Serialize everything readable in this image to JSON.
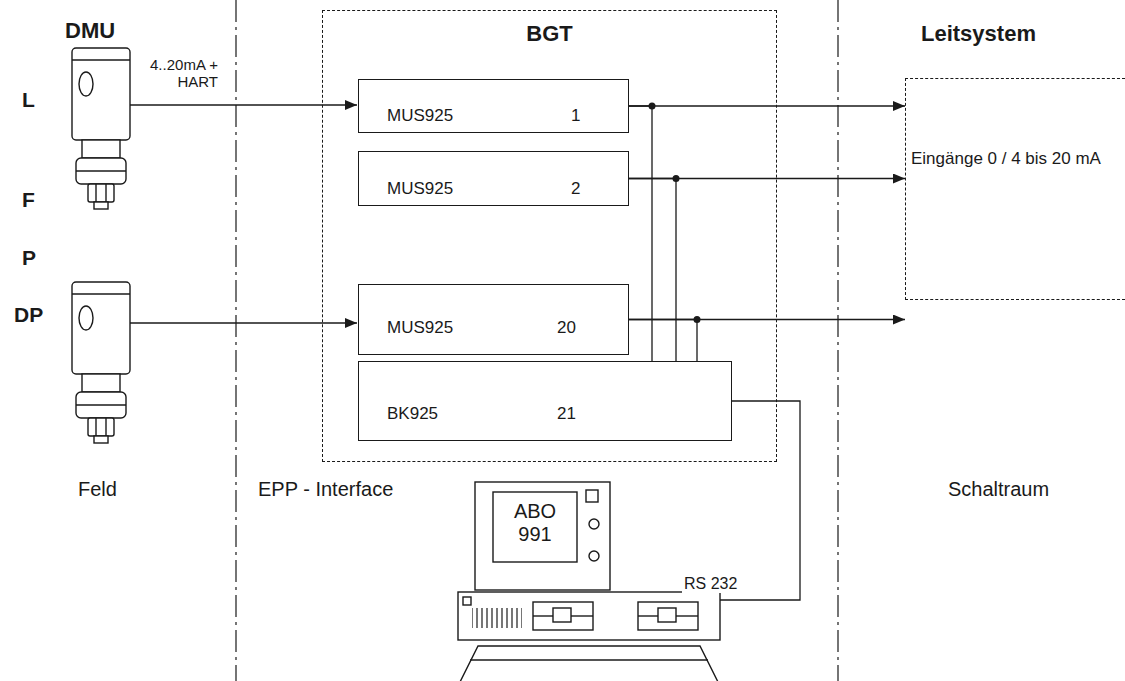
{
  "diagram": {
    "nodes": [
      {
        "text": [
          "BGT"
        ]
      },
      {
        "text": [
          "MUS925",
          "1"
        ],
        "in": 0
      },
      {
        "text": [
          "MUS925",
          "2"
        ],
        "in": 0
      },
      {
        "text": [
          "MUS925",
          "20"
        ],
        "in": 0
      },
      {
        "text": [
          "BK925",
          "21"
        ],
        "in": 0
      },
      {
        "text": [
          "Leitsystem",
          "Eingänge 0 / 4 bis 20 mA"
        ]
      },
      {
        "text": [
          "ABO 991"
        ]
      }
    ],
    "edges": [
      {
        "from": 1,
        "to": 5,
        "arrow": "to"
      },
      {
        "from": 2,
        "to": 5,
        "arrow": "to"
      },
      {
        "from": 3,
        "to": 5,
        "arrow": "to"
      },
      {
        "from": 4,
        "to": 1,
        "arrow": "none"
      },
      {
        "from": 4,
        "to": 2,
        "arrow": "none"
      },
      {
        "from": 4,
        "to": 3,
        "arrow": "none"
      },
      {
        "from": 6,
        "to": 4,
        "label": "RS 232",
        "arrow": "none"
      }
    ],
    "labels": [
      "DMU",
      "4..20mA + HART",
      "L",
      "F",
      "P",
      "DP",
      "Feld",
      "EPP - Interface",
      "Schaltraum"
    ]
  }
}
